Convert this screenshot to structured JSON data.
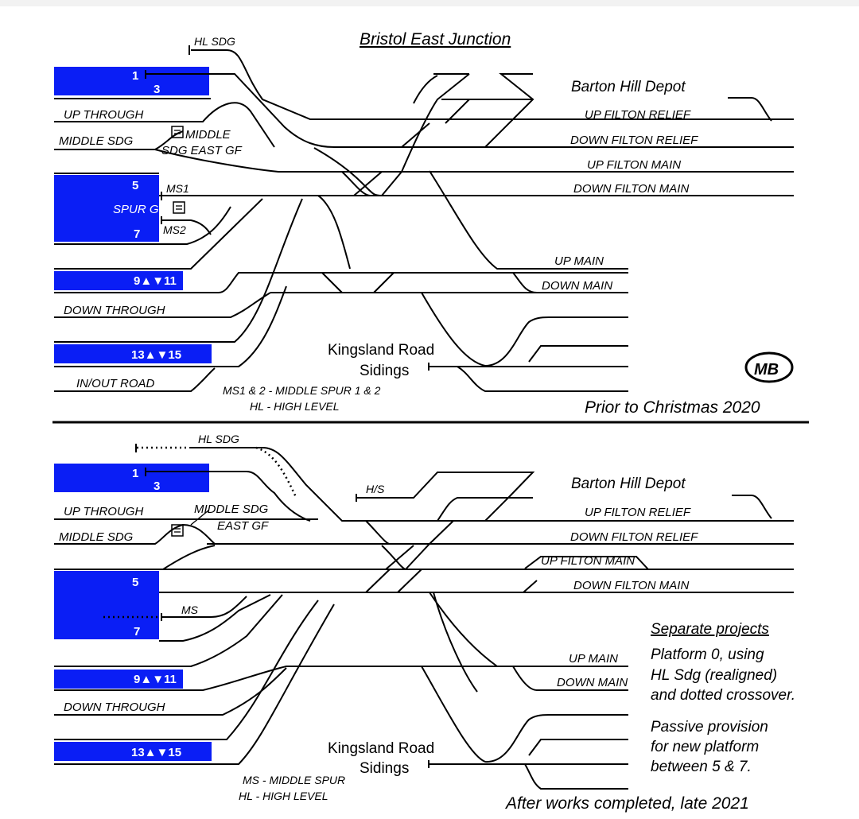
{
  "top": {
    "title": "Bristol East Junction",
    "hl_sdg": "HL SDG",
    "depot": "Barton Hill Depot",
    "left_lines": {
      "up_through": "UP THROUGH",
      "middle_sdg": "MIDDLE SDG",
      "down_through": "DOWN THROUGH",
      "in_out_road": "IN/OUT ROAD"
    },
    "right_lines": {
      "up_filton_relief": "UP FILTON RELIEF",
      "down_filton_relief": "DOWN FILTON RELIEF",
      "up_filton_main": "UP FILTON MAIN",
      "down_filton_main": "DOWN FILTON MAIN",
      "up_main": "UP MAIN",
      "down_main": "DOWN MAIN"
    },
    "middle_gf_1": "MIDDLE",
    "middle_gf_2": "SDG EAST GF",
    "ms1": "MS1",
    "ms2": "MS2",
    "spur_gf": "SPUR GF",
    "platforms": {
      "p1": "1",
      "p3": "3",
      "p5": "5",
      "p7": "7",
      "p9_11": "9▲▼11",
      "p13_15": "13▲▼15"
    },
    "kingsland_1": "Kingsland Road",
    "kingsland_2": "Sidings",
    "key_1": "MS1 & 2 - MIDDLE SPUR 1 & 2",
    "key_2": "HL - HIGH LEVEL",
    "logo": "MB",
    "caption": "Prior to Christmas 2020"
  },
  "bottom": {
    "hl_sdg": "HL SDG",
    "hs": "H/S",
    "depot": "Barton Hill Depot",
    "left_lines": {
      "up_through": "UP THROUGH",
      "middle_sdg": "MIDDLE SDG",
      "down_through": "DOWN THROUGH"
    },
    "right_lines": {
      "up_filton_relief": "UP FILTON RELIEF",
      "down_filton_relief": "DOWN FILTON RELIEF",
      "up_filton_main": "UP FILTON MAIN",
      "down_filton_main": "DOWN FILTON MAIN",
      "up_main": "UP MAIN",
      "down_main": "DOWN MAIN"
    },
    "middle_gf_1": "MIDDLE SDG",
    "middle_gf_2": "EAST GF",
    "ms": "MS",
    "platforms": {
      "p1": "1",
      "p3": "3",
      "p5": "5",
      "p7": "7",
      "p9_11": "9▲▼11",
      "p13_15": "13▲▼15"
    },
    "kingsland_1": "Kingsland Road",
    "kingsland_2": "Sidings",
    "key_1": "MS - MIDDLE SPUR",
    "key_2": "HL - HIGH LEVEL",
    "notes_title": "Separate projects",
    "note_1": [
      "Platform 0, using",
      "HL Sdg (realigned)",
      "and dotted crossover."
    ],
    "note_2": [
      "Passive provision",
      "for new platform",
      "between 5 & 7."
    ],
    "caption": "After works completed, late 2021"
  },
  "colors": {
    "platform": "#0a1ef5",
    "track": "#000000",
    "background": "#ffffff"
  },
  "icons": [
    "ground-frame-icon",
    "buffer-stop-icon",
    "mb-logo"
  ]
}
